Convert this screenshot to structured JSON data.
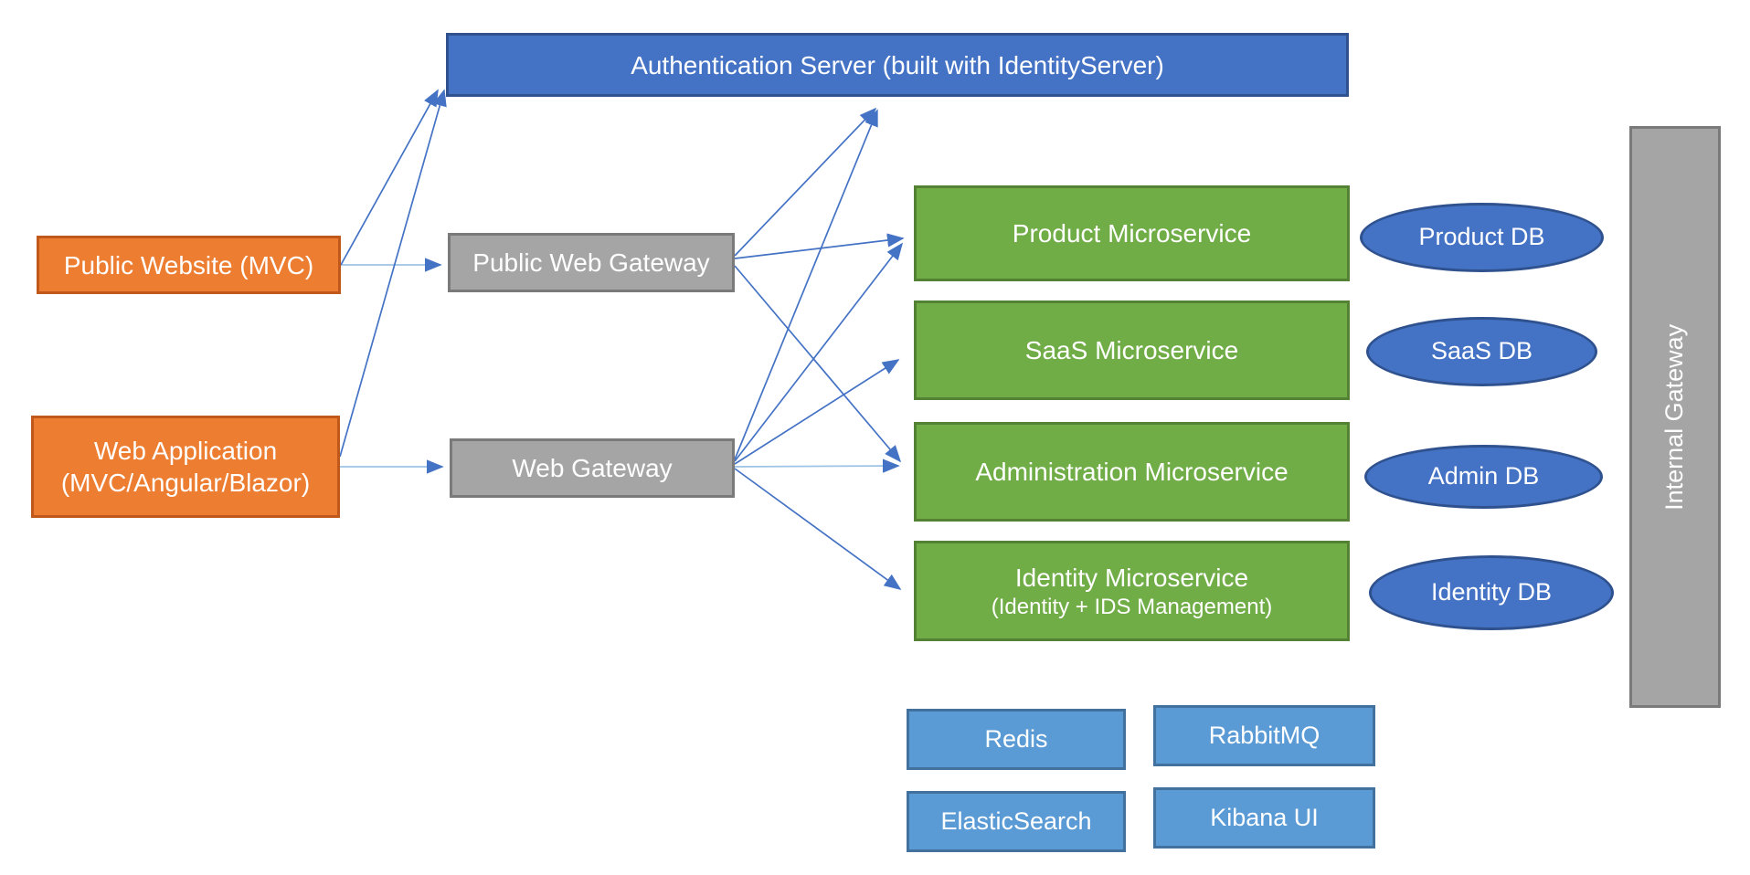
{
  "palette": {
    "node_blue": "#4472C4",
    "node_blue_border": "#2F528F",
    "node_orange": "#ED7D31",
    "node_orange_border": "#C0571B",
    "node_gray": "#A5A5A5",
    "node_gray_border": "#7A7A7A",
    "node_green": "#70AD47",
    "node_green_border": "#548235",
    "node_lightblue": "#5B9BD5",
    "node_lightblue_border": "#41719C",
    "connector": "#4472C4",
    "connector_light": "#9DC3E6",
    "text": "#FFFFFF",
    "background": "#FFFFFF"
  },
  "nodes": {
    "auth": {
      "label": "Authentication Server (built with IdentityServer)"
    },
    "public_website": {
      "label": "Public Website (MVC)"
    },
    "web_application": {
      "line1": "Web Application",
      "line2": "(MVC/Angular/Blazor)"
    },
    "public_web_gateway": {
      "label": "Public Web Gateway"
    },
    "web_gateway": {
      "label": "Web Gateway"
    },
    "ms_product": {
      "label": "Product Microservice"
    },
    "ms_saas": {
      "label": "SaaS Microservice"
    },
    "ms_admin": {
      "label": "Administration Microservice"
    },
    "ms_identity": {
      "line1": "Identity Microservice",
      "line2": "(Identity + IDS Management)"
    },
    "db_product": {
      "label": "Product DB"
    },
    "db_saas": {
      "label": "SaaS DB"
    },
    "db_admin": {
      "label": "Admin DB"
    },
    "db_identity": {
      "label": "Identity DB"
    },
    "internal_gateway": {
      "label": "Internal Gateway"
    },
    "redis": {
      "label": "Redis"
    },
    "rabbitmq": {
      "label": "RabbitMQ"
    },
    "elasticsearch": {
      "label": "ElasticSearch"
    },
    "kibana": {
      "label": "Kibana UI"
    }
  },
  "edges": [
    {
      "from": "public-website",
      "to": "public-web-gateway",
      "tone": "light"
    },
    {
      "from": "public-website",
      "to": "auth-server",
      "tone": "normal"
    },
    {
      "from": "web-application",
      "to": "web-gateway",
      "tone": "light"
    },
    {
      "from": "web-application",
      "to": "auth-server",
      "tone": "normal"
    },
    {
      "from": "public-web-gateway",
      "to": "auth-server",
      "tone": "normal"
    },
    {
      "from": "web-gateway",
      "to": "auth-server",
      "tone": "normal"
    },
    {
      "from": "public-web-gateway",
      "to": "product-microservice",
      "tone": "normal"
    },
    {
      "from": "web-gateway",
      "to": "product-microservice",
      "tone": "normal"
    },
    {
      "from": "public-web-gateway",
      "to": "administration-microservice",
      "tone": "normal"
    },
    {
      "from": "web-gateway",
      "to": "administration-microservice",
      "tone": "light"
    },
    {
      "from": "web-gateway",
      "to": "saas-microservice",
      "tone": "normal"
    },
    {
      "from": "web-gateway",
      "to": "identity-microservice",
      "tone": "normal"
    }
  ]
}
